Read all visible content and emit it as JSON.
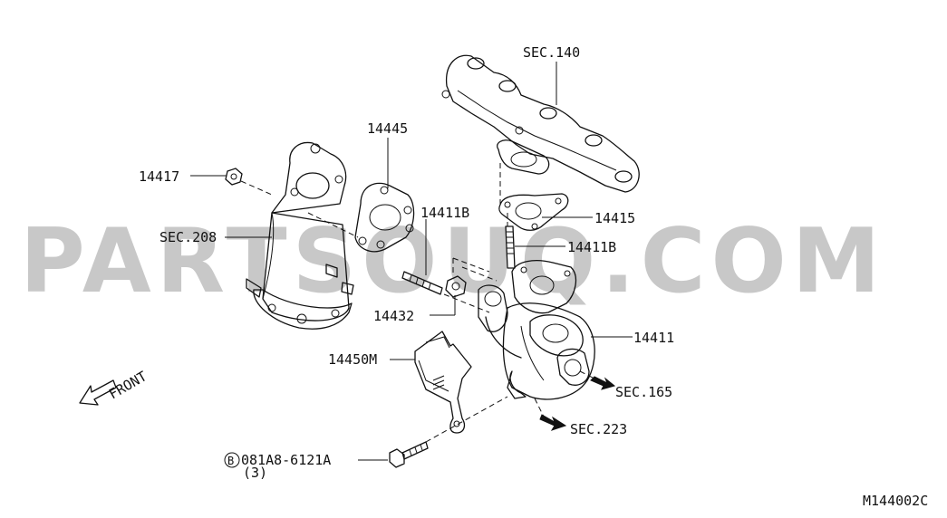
{
  "watermark": "PARTSOUQ.COM",
  "diagram_code": "M144002C",
  "front_label": "FRONT",
  "callouts": {
    "sec140": "SEC.140",
    "p14445": "14445",
    "p14417": "14417",
    "p14411b_upper": "14411B",
    "sec208": "SEC.208",
    "p14415": "14415",
    "p14411b_lower": "14411B",
    "p14432": "14432",
    "p14411": "14411",
    "p14450m": "14450M",
    "sec165": "SEC.165",
    "sec223": "SEC.223",
    "bolt_prefix": "B",
    "bolt_part": "081A8-6121A",
    "bolt_qty": "(3)"
  }
}
